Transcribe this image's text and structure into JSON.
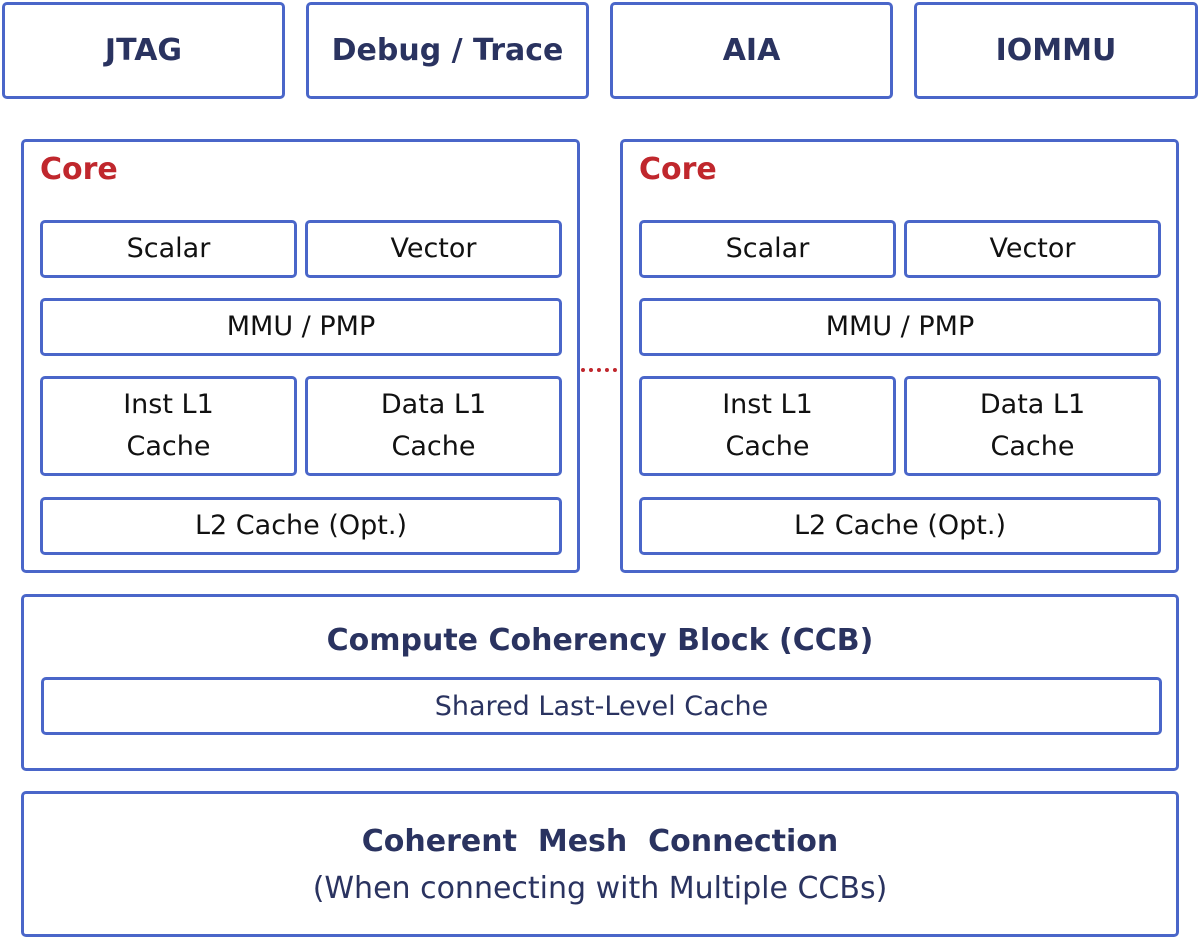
{
  "top_blocks": [
    "JTAG",
    "Debug / Trace",
    "AIA",
    "IOMMU"
  ],
  "cores": [
    {
      "title": "Core",
      "scalar": "Scalar",
      "vector": "Vector",
      "mmu": "MMU / PMP",
      "inst_l1": "Inst L1\nCache",
      "data_l1": "Data L1\nCache",
      "l2": "L2 Cache (Opt.)"
    },
    {
      "title": "Core",
      "scalar": "Scalar",
      "vector": "Vector",
      "mmu": "MMU / PMP",
      "inst_l1": "Inst L1\nCache",
      "data_l1": "Data L1\nCache",
      "l2": "L2 Cache  (Opt.)"
    }
  ],
  "ccb": {
    "title": "Compute Coherency Block (CCB)",
    "llc": "Shared Last-Level Cache"
  },
  "mesh": {
    "title": "Coherent  Mesh  Connection",
    "subtitle": "(When connecting with Multiple CCBs)"
  },
  "colors": {
    "border": "#4a66c9",
    "core_title": "#c0272d",
    "text": "#2a3360"
  }
}
